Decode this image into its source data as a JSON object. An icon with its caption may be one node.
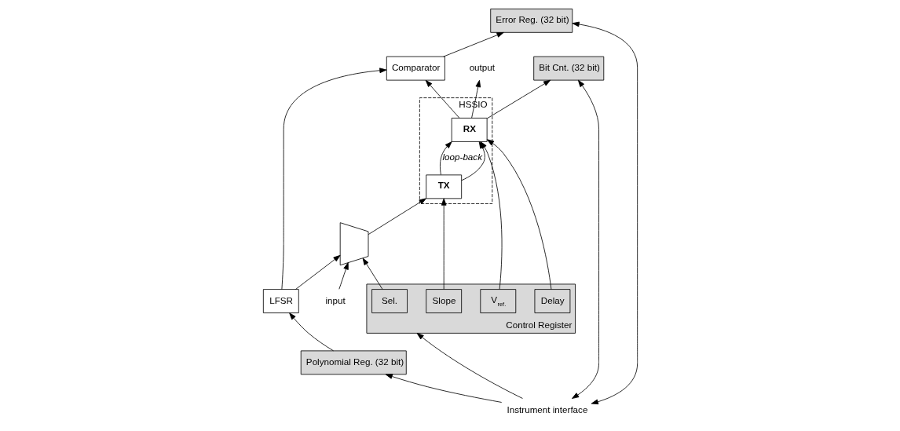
{
  "diagram": {
    "nodes": [
      {
        "text": [
          "HSSIO"
        ]
      },
      {
        "text": [
          "input"
        ]
      },
      {
        "text": [
          "LFSR"
        ]
      },
      {
        "text": [],
        "shape": "trapezoid"
      },
      {
        "text": [
          "TX"
        ],
        "in": 0
      },
      {
        "text": [
          "RX"
        ],
        "in": 0
      },
      {
        "text": [
          "Comparator"
        ]
      },
      {
        "text": [
          "output"
        ]
      },
      {
        "text": [
          "Control Register"
        ]
      },
      {
        "text": [
          "Sel."
        ],
        "in": 8
      },
      {
        "text": [
          "Slope"
        ],
        "in": 8
      },
      {
        "text": [
          "V$_{ref.}$"
        ],
        "in": 8
      },
      {
        "text": [
          "Delay"
        ],
        "in": 8
      },
      {
        "text": [
          "Polynomial Reg. (32 bit)"
        ]
      },
      {
        "text": [
          "Bit Cnt. (32 bit)"
        ]
      },
      {
        "text": [
          "Error Reg. (32 bit)"
        ]
      },
      {
        "text": [
          "Instrument interface"
        ]
      }
    ],
    "edges": [
      {
        "from": 1,
        "to": 3,
        "arrow": "to"
      },
      {
        "from": 2,
        "to": 3,
        "arrow": "to"
      },
      {
        "from": 2,
        "to": 6,
        "arrow": "to"
      },
      {
        "from": 3,
        "to": 4,
        "arrow": "to"
      },
      {
        "from": 4,
        "to": 5,
        "arrow": "to",
        "label": "loop-back"
      },
      {
        "from": 4,
        "to": 5,
        "arrow": "to"
      },
      {
        "from": 5,
        "to": 7,
        "arrow": "to"
      },
      {
        "from": 5,
        "to": 6,
        "arrow": "to"
      },
      {
        "from": 6,
        "to": 15,
        "arrow": "to"
      },
      {
        "from": 13,
        "to": 2,
        "arrow": "to"
      },
      {
        "from": 9,
        "to": 3,
        "arrow": "to"
      },
      {
        "from": 10,
        "to": 4,
        "arrow": "to"
      },
      {
        "from": 11,
        "to": 5,
        "arrow": "to"
      },
      {
        "from": 12,
        "to": 5,
        "arrow": "to"
      },
      {
        "from": 5,
        "to": 14,
        "arrow": "to"
      },
      {
        "from": 16,
        "to": 13,
        "arrow": "to"
      },
      {
        "from": 16,
        "to": 8,
        "arrow": "to"
      },
      {
        "from": 16,
        "to": 14,
        "arrow": "both"
      },
      {
        "from": 16,
        "to": 15,
        "arrow": "both"
      }
    ]
  }
}
